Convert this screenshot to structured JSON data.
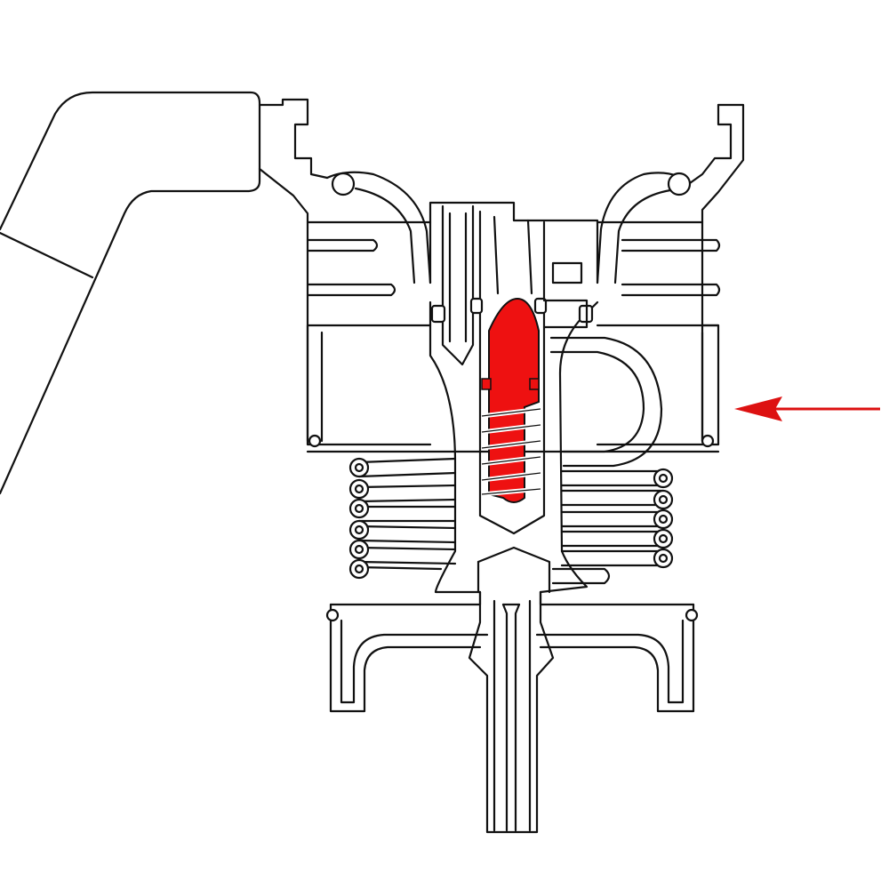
{
  "diagram": {
    "style": "line-art cross-section",
    "background_color": "#ffffff",
    "line_color": "#111111",
    "highlight_color": "#ee1111",
    "arrow_color": "#dd1111",
    "parts": [
      {
        "name": "handle",
        "highlighted": false
      },
      {
        "name": "valve-body",
        "highlighted": false
      },
      {
        "name": "cooling-fins",
        "highlighted": false
      },
      {
        "name": "central-stem",
        "highlighted": false
      },
      {
        "name": "poppet-with-spring",
        "highlighted": true
      },
      {
        "name": "bypass-loop-tube",
        "highlighted": false
      },
      {
        "name": "coil-windings",
        "highlighted": false
      },
      {
        "name": "base-manifold",
        "highlighted": false
      },
      {
        "name": "outlet-nozzle",
        "highlighted": false
      }
    ],
    "pointer": {
      "direction": "left",
      "target": "bypass-loop-tube"
    }
  }
}
